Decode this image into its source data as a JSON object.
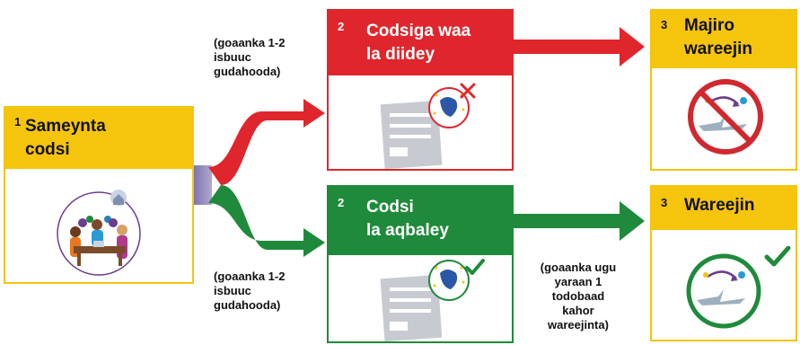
{
  "colors": {
    "yellow": "#f5c40d",
    "red": "#e0262d",
    "green": "#1f8a3b",
    "purple": "#6a3d8f"
  },
  "step1": {
    "number": "1",
    "title_line1": "Sameynta",
    "title_line2": "codsi",
    "illustration": "people-at-table-illustration"
  },
  "step2_rejected": {
    "number": "2",
    "title_line1": "Codsiga waa",
    "title_line2": "la diidey",
    "illustration": "rejected-document-eu-stamp"
  },
  "step2_accepted": {
    "number": "2",
    "title_line1": "Codsi",
    "title_line2": "la aqbaley",
    "illustration": "accepted-document-eu-stamp"
  },
  "step3_no_transfer": {
    "number": "3",
    "title_line1": "Majiro",
    "title_line2": "wareejin",
    "illustration": "no-flight-icon"
  },
  "step3_transfer": {
    "number": "3",
    "title_line1": "Wareejin",
    "illustration": "flight-transfer-icon"
  },
  "note_top": {
    "line1": "(goaanka 1-2",
    "line2": "isbuuc",
    "line3": "gudahooda)"
  },
  "note_bottom": {
    "line1": "(goaanka 1-2",
    "line2": "isbuuc",
    "line3": "gudahooda)"
  },
  "note_transfer": {
    "line1": "(goaanka ugu",
    "line2": "yaraan 1",
    "line3": "todobaad",
    "line4": "kahor",
    "line5": "wareejinta)"
  }
}
